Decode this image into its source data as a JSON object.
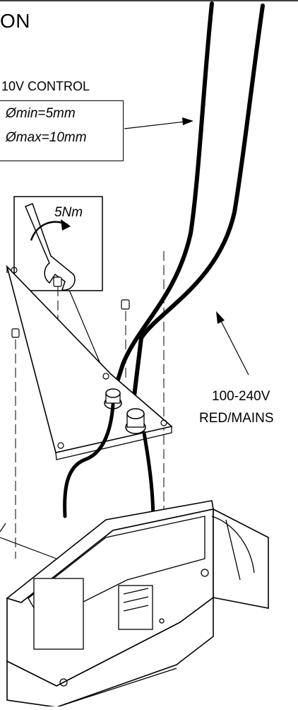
{
  "heading": {
    "title": "ON"
  },
  "control_cable": {
    "label": "10V CONTROL",
    "diameter_min": "Ømin=5mm",
    "diameter_max": "Ømax=10mm"
  },
  "gland": {
    "torque": "5Nm"
  },
  "mains_cable": {
    "line1": "100-240V",
    "line2": "RED/MAINS"
  }
}
